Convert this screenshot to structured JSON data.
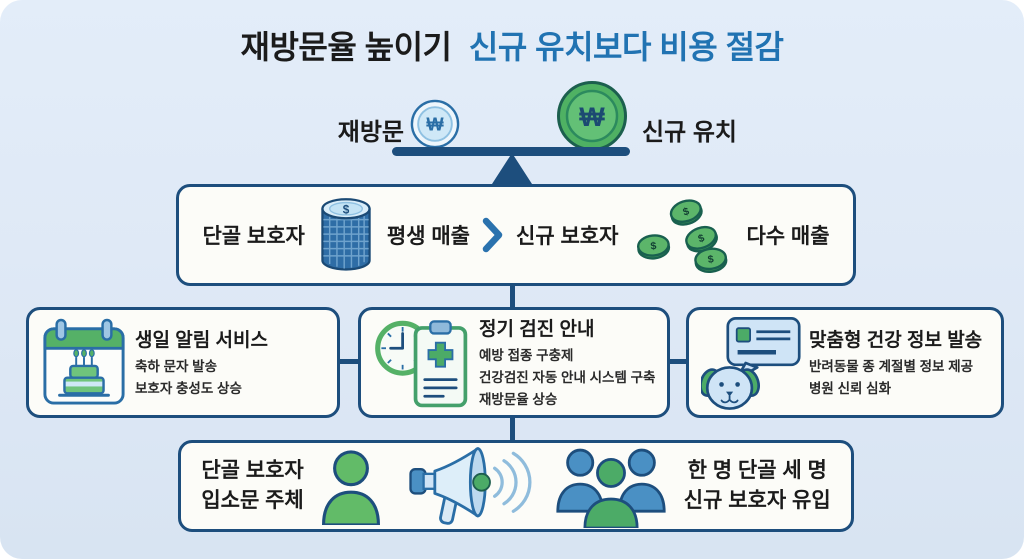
{
  "title": {
    "dark": "재방문율 높이기",
    "blue": "신규 유치보다 비용 절감"
  },
  "scale": {
    "left_label": "재방문",
    "right_label": "신규 유치",
    "coin_symbol": "₩",
    "left_coin_icon": "won-coin-small-icon",
    "right_coin_icon": "won-coin-large-icon"
  },
  "revenue_box": {
    "left_label": "단골 보호자",
    "left_icon": "coin-stack-icon",
    "left_value": "평생 매출",
    "comparator": ">",
    "right_label": "신규 보호자",
    "right_icon": "scattered-coins-icon",
    "right_value": "다수 매출",
    "coin_symbol": "$"
  },
  "strategy_boxes": [
    {
      "icon": "birthday-calendar-icon",
      "title": "생일 알림 서비스",
      "lines": [
        "축하 문자 발송",
        "보호자 충성도 상승"
      ]
    },
    {
      "icon": "clock-clipboard-icon",
      "title": "정기 검진 안내",
      "lines": [
        "예방 접종 구충제",
        "건강검진 자동 안내 시스템 구축",
        "재방문율 상승"
      ]
    },
    {
      "icon": "dog-message-icon",
      "title": "맞춤형 건강 정보 발송",
      "lines": [
        "반려동물 종 계절별 정보 제공",
        "병원 신뢰 심화"
      ]
    }
  ],
  "wom_box": {
    "left_lines": [
      "단골 보호자",
      "입소문 주체"
    ],
    "icons": [
      "person-icon",
      "megaphone-icon",
      "sound-waves-icon",
      "people-group-icon"
    ],
    "right_lines": [
      "한 명 단골 세 명",
      "신규 보호자 유입"
    ]
  },
  "colors": {
    "background": "#dfe9f6",
    "box_background": "#fcfcf8",
    "navy_border": "#1d4e7d",
    "title_dark": "#1b1b1b",
    "title_blue": "#2173b2",
    "green": "#55b167",
    "teal_outline": "#1c5f4e",
    "blue_fill": "#4a90c4",
    "light_blue": "#cfe4f6",
    "body_text": "#232323"
  }
}
